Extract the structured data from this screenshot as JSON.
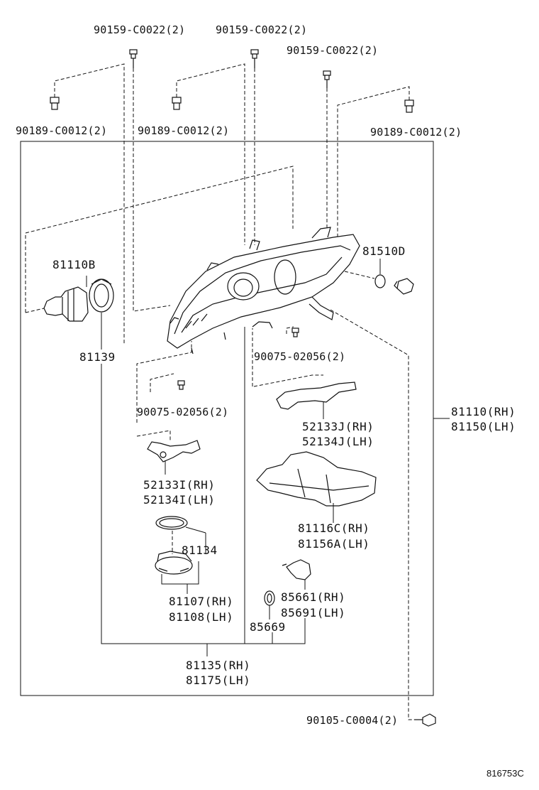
{
  "labels": {
    "bolt_top_a": "90159-C0022(2)",
    "bolt_top_b": "90159-C0022(2)",
    "bolt_top_c": "90159-C0022(2)",
    "clip_a": "90189-C0012(2)",
    "clip_b": "90189-C0012(2)",
    "clip_c": "90189-C0012(2)",
    "bulb": "81110B",
    "socket_cap": "81139",
    "side_lamp": "81510D",
    "screw_left": "90075-02056(2)",
    "screw_right": "90075-02056(2)",
    "headlamp_assy_rh": "81110(RH)",
    "headlamp_assy_lh": "81150(LH)",
    "bracket_right_rh": "52133J(RH)",
    "bracket_right_lh": "52134J(LH)",
    "bracket_left_rh": "52133I(RH)",
    "bracket_left_lh": "52134I(LH)",
    "housing_rh": "81116C(RH)",
    "housing_lh": "81156A(LH)",
    "gasket": "81134",
    "cover_rh": "81107(RH)",
    "cover_lh": "81108(LH)",
    "motor_rh": "85661(RH)",
    "motor_lh": "85691(LH)",
    "oring": "85669",
    "unit_rh": "81135(RH)",
    "unit_lh": "81175(LH)",
    "bottom_screw": "90105-C0004(2)",
    "diagram_code": "816753C"
  }
}
